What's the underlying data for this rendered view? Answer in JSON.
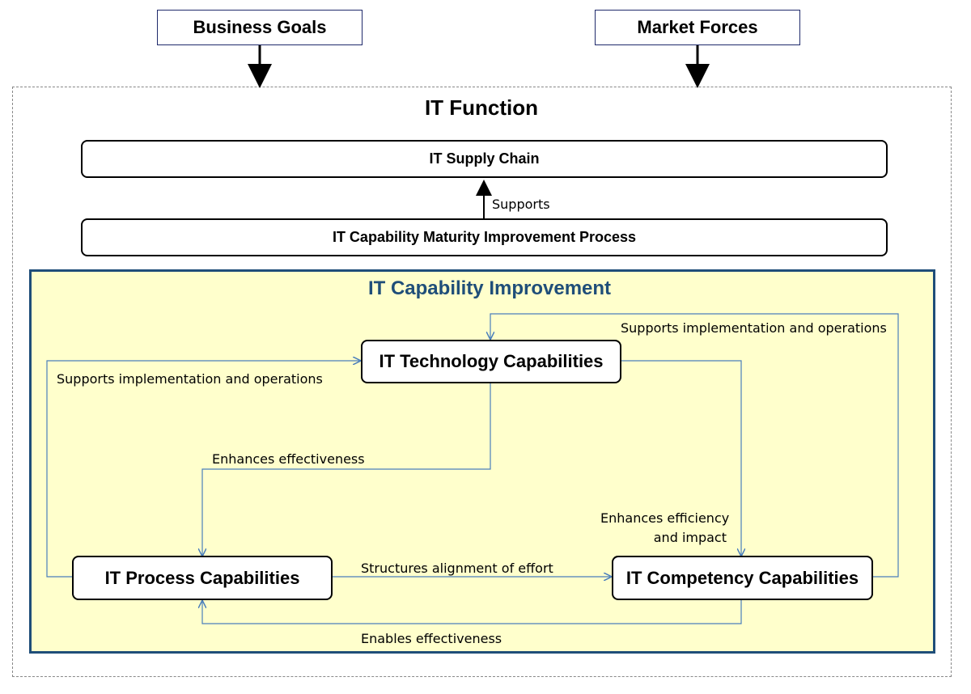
{
  "inputs": {
    "business_goals": "Business Goals",
    "market_forces": "Market Forces"
  },
  "it_function": {
    "title": "IT Function",
    "supply_chain": "IT Supply Chain",
    "supports_label": "Supports",
    "maturity_process": "IT Capability Maturity Improvement Process"
  },
  "improvement": {
    "title": "IT Capability Improvement",
    "technology": "IT Technology Capabilities",
    "process": "IT Process Capabilities",
    "competency": "IT Competency Capabilities",
    "labels": {
      "supports_impl_right": "Supports implementation and operations",
      "supports_impl_left": "Supports implementation and operations",
      "enhances_effectiveness": "Enhances effectiveness",
      "enhances_efficiency_1": "Enhances efficiency",
      "enhances_efficiency_2": "and impact",
      "structures_alignment": "Structures alignment of effort",
      "enables_effectiveness": "Enables effectiveness"
    }
  },
  "colors": {
    "connector_blue": "#4a7ebb",
    "title_blue": "#1f4e79",
    "panel_yellow": "#ffffcc"
  }
}
